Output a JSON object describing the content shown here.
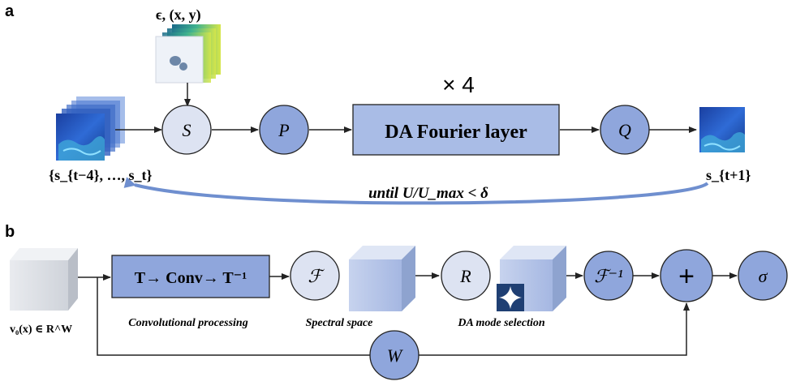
{
  "panel_a": {
    "label": "a",
    "input_params_label": "ϵ, (x, y)",
    "input_states_label": "{s_{t−4}, …, s_t}",
    "output_state_label": "s_{t+1}",
    "repeat_label": "× 4",
    "lifting_node": "S",
    "projection_node": "P",
    "fourier_layer_label": "DA Fourier layer",
    "output_node": "Q",
    "loop_condition": "until U/U_max < δ"
  },
  "panel_b": {
    "label": "b",
    "input_label": "v₀(x) ∈ R^W",
    "conv_block_label": "T→ Conv→ T⁻¹",
    "conv_caption": "Convolutional processing",
    "fourier_node": "ℱ",
    "spectral_caption": "Spectral space",
    "mode_node": "R",
    "mode_caption": "DA mode selection",
    "inverse_fourier_node": "ℱ⁻¹",
    "sum_node": "+",
    "activation_node": "σ",
    "skip_node": "W"
  },
  "colors": {
    "node_fill_light": "#dde3f2",
    "node_fill_dark": "#8fa6dc",
    "block_fill": "#a9bce6",
    "stroke": "#222222",
    "loop_arrow": "#6f8fcf"
  }
}
